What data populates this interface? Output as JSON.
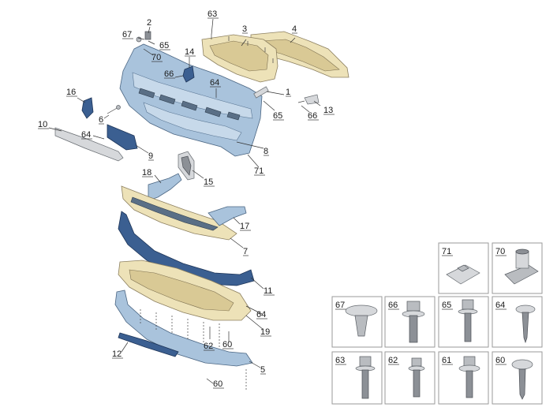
{
  "callouts": [
    "1",
    "2",
    "3",
    "4",
    "5",
    "6",
    "7",
    "8",
    "9",
    "10",
    "11",
    "12",
    "13",
    "14",
    "15",
    "16",
    "17",
    "18",
    "19",
    "60",
    "61",
    "62",
    "63",
    "64",
    "65",
    "66",
    "67",
    "70",
    "71"
  ],
  "fastener_panels": {
    "row1": [
      "71",
      "70"
    ],
    "row2": [
      "67",
      "66",
      "65",
      "64"
    ],
    "row3": [
      "63",
      "62",
      "61",
      "60"
    ]
  },
  "colors": {
    "bumper_blue": "#a9c3dc",
    "trim_navy": "#3b5f91",
    "absorber_beige": "#ede2b8",
    "fastener_grey": "#b9bcc0"
  }
}
